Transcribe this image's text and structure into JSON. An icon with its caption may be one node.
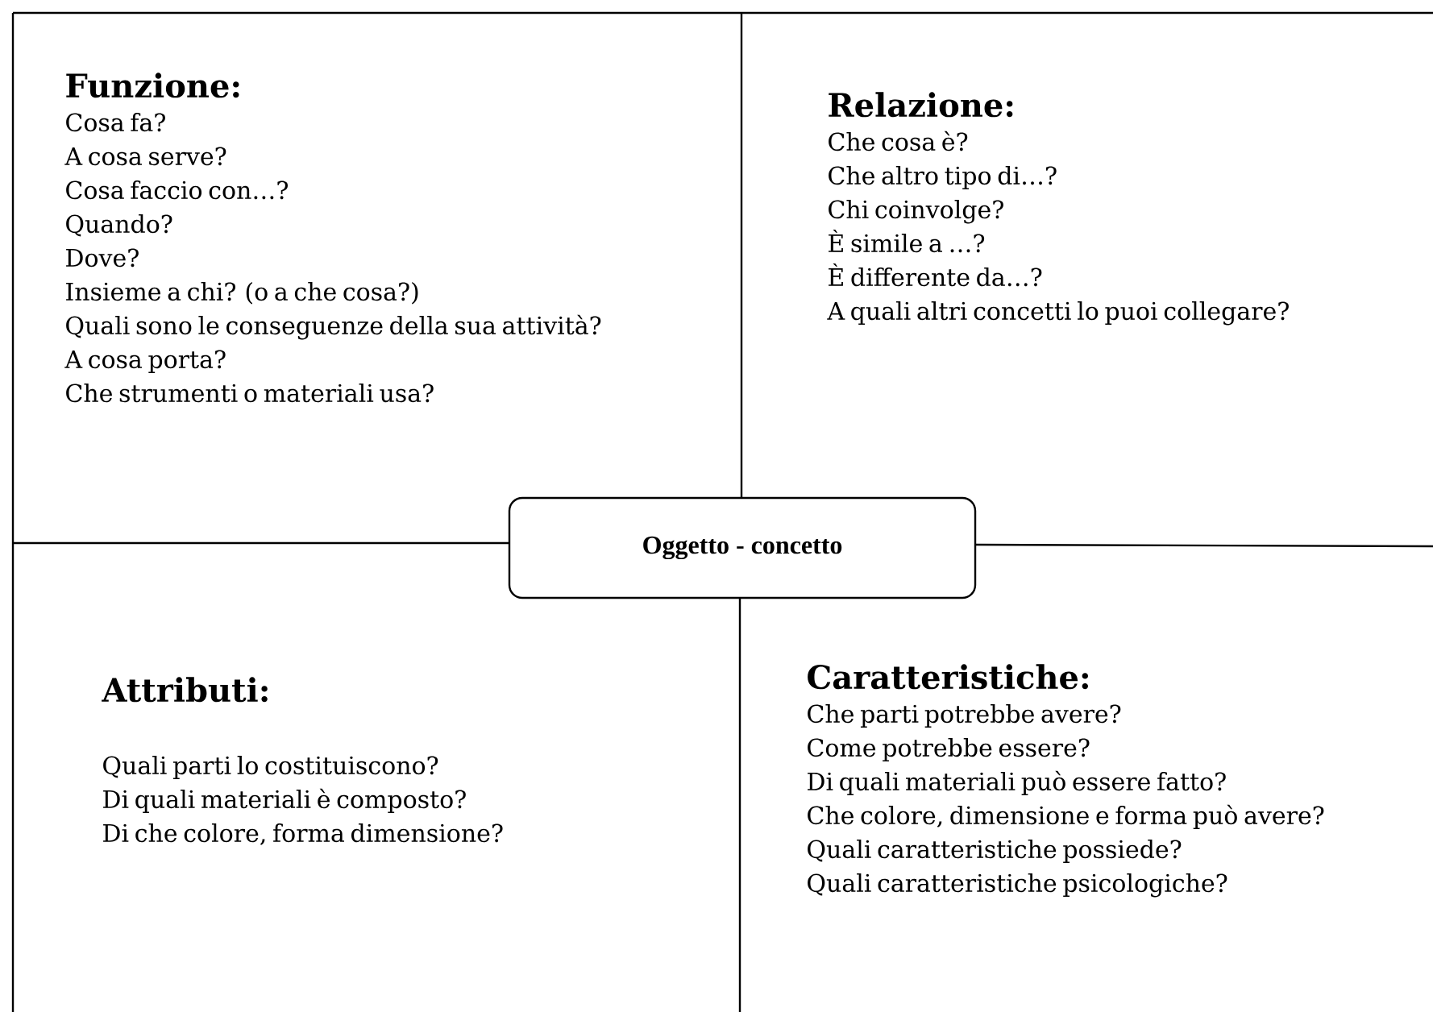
{
  "diagram": {
    "nodes": [
      {
        "text": [
          "Funzione:",
          "Cosa fa?",
          "A cosa serve?",
          "Cosa faccio con…?",
          "Quando?",
          "Dove?",
          "Insieme a chi? (o a che cosa?)",
          "Quali sono le conseguenze della sua attività?",
          "A cosa porta?",
          "Che strumenti o materiali usa?"
        ]
      },
      {
        "text": [
          "Relazione:",
          "Che cosa è?",
          "Che altro tipo di…?",
          "Chi coinvolge?",
          "È simile a …?",
          "È differente da…?",
          "A quali altri concetti lo puoi collegare?"
        ]
      },
      {
        "text": [
          "Oggetto - concetto"
        ]
      },
      {
        "text": [
          "Attributi:",
          "Quali parti lo costituiscono?",
          "Di quali materiali è composto?",
          "Di che colore, forma dimensione?"
        ]
      },
      {
        "text": [
          "Caratteristiche:",
          "Che parti potrebbe avere?",
          "Come potrebbe essere?",
          "Di quali materiali può essere fatto?",
          "Che colore, dimensione e forma può avere?",
          "Quali caratteristiche possiede?",
          "Quali caratteristiche psicologiche?"
        ]
      }
    ]
  }
}
